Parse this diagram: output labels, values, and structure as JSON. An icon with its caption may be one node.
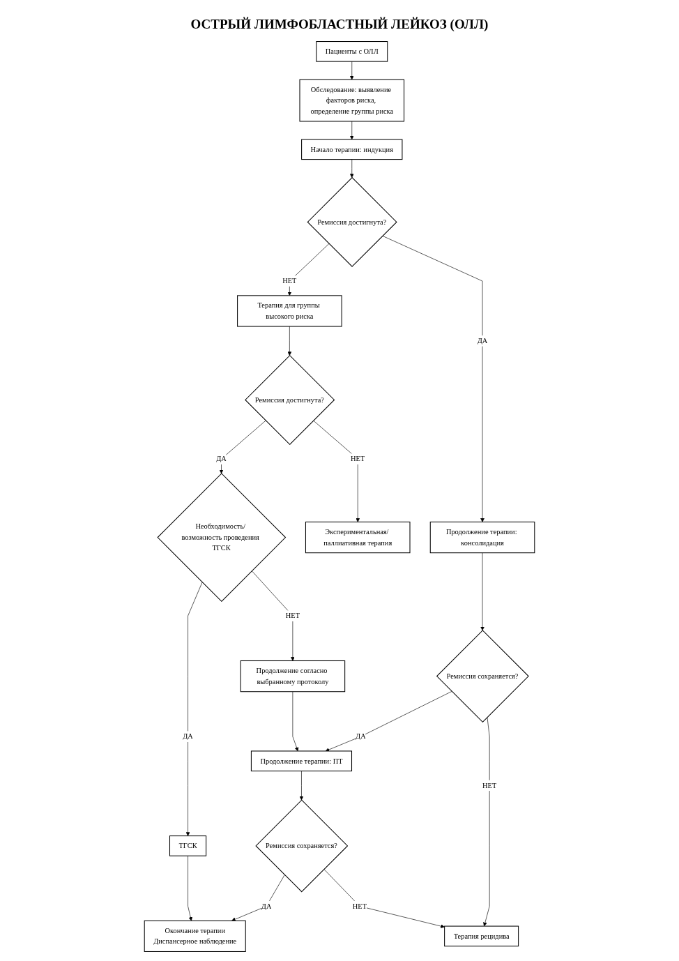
{
  "diagram": {
    "title": "ОСТРЫЙ ЛИМФОБЛАСТНЫЙ ЛЕЙКОЗ (ОЛЛ)",
    "nodes": [
      {
        "text": [
          "Пациенты с ОЛЛ"
        ]
      },
      {
        "text": [
          "Обследование: выявление факторов риска, определение группы риска"
        ]
      },
      {
        "text": [
          "Начало терапии: индукция"
        ]
      },
      {
        "text": [
          "Ремиссия достигнута?"
        ]
      },
      {
        "text": [
          "Терапия для группы высокого риска"
        ]
      },
      {
        "text": [
          "Продолжение терапии: консолидация"
        ]
      },
      {
        "text": [
          "Ремиссия достигнута?"
        ]
      },
      {
        "text": [
          "Экспериментальная/ паллиативная терапия"
        ]
      },
      {
        "text": [
          "Ремиссия сохраняется?"
        ]
      },
      {
        "text": [
          "Необходимость/ возможность проведения ТГСК"
        ]
      },
      {
        "text": [
          "Терапия рецидива"
        ]
      },
      {
        "text": [
          "ТГСК"
        ]
      },
      {
        "text": [
          "Продолжение терапии: ПТ"
        ]
      },
      {
        "text": [
          "Продолжение согласно выбранному протоколу"
        ]
      },
      {
        "text": [
          "Ремиссия сохраняется?"
        ]
      },
      {
        "text": [
          "Окончание терапии",
          "Диспансерное наблюдение"
        ]
      }
    ],
    "edges": [
      {
        "from": 0,
        "to": 1,
        "arrow": "to"
      },
      {
        "from": 1,
        "to": 2,
        "arrow": "to"
      },
      {
        "from": 2,
        "to": 3,
        "arrow": "to"
      },
      {
        "from": 3,
        "to": 4,
        "arrow": "to",
        "label": "НЕТ"
      },
      {
        "from": 3,
        "to": 5,
        "arrow": "to",
        "label": "ДА"
      },
      {
        "from": 4,
        "to": 6,
        "arrow": "to"
      },
      {
        "from": 6,
        "to": 7,
        "arrow": "to",
        "label": "НЕТ"
      },
      {
        "from": 6,
        "to": 9,
        "arrow": "to",
        "label": "ДА"
      },
      {
        "from": 5,
        "to": 8,
        "arrow": "to"
      },
      {
        "from": 8,
        "to": 10,
        "arrow": "to",
        "label": "НЕТ"
      },
      {
        "from": 8,
        "to": 12,
        "arrow": "to",
        "label": "ДА"
      },
      {
        "from": 9,
        "to": 11,
        "arrow": "to",
        "label": "ДА"
      },
      {
        "from": 9,
        "to": 13,
        "arrow": "to",
        "label": "НЕТ"
      },
      {
        "from": 13,
        "to": 12,
        "arrow": "to"
      },
      {
        "from": 12,
        "to": 14,
        "arrow": "to"
      },
      {
        "from": 14,
        "to": 10,
        "arrow": "to",
        "label": "НЕТ"
      },
      {
        "from": 14,
        "to": 15,
        "arrow": "to",
        "label": "ДА"
      },
      {
        "from": 11,
        "to": 15,
        "arrow": "to"
      }
    ]
  }
}
